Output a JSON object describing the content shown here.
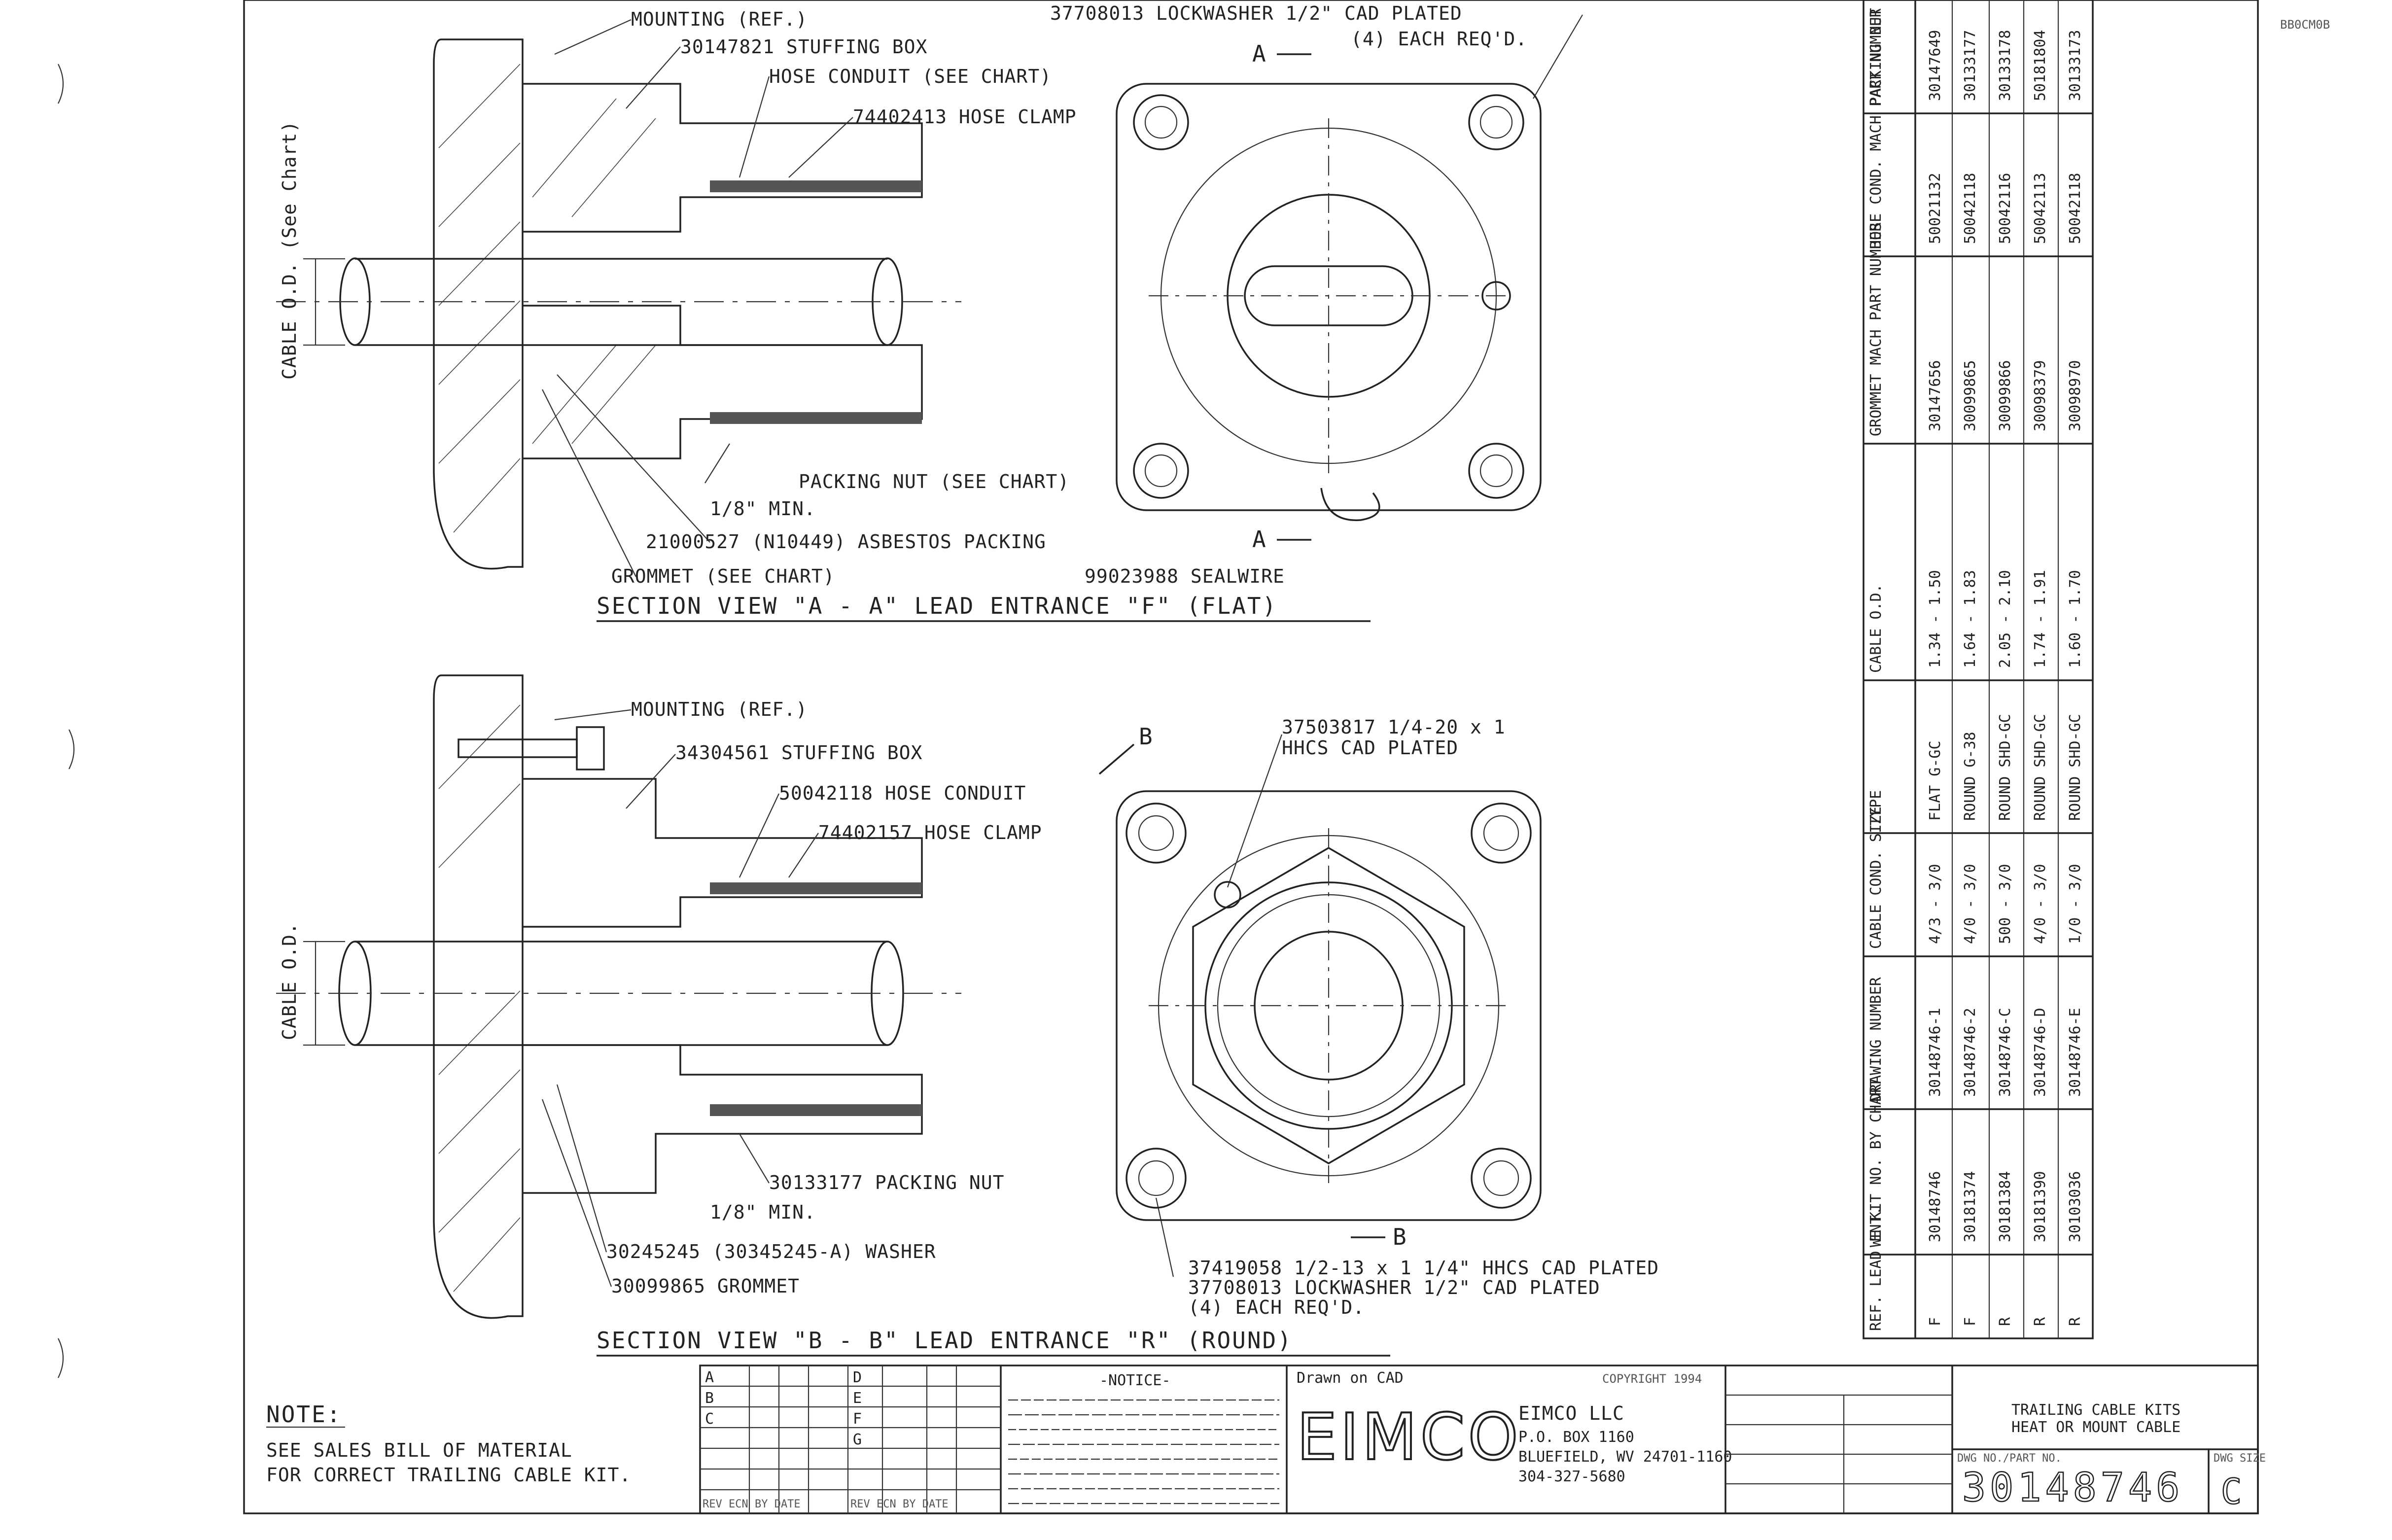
{
  "sheet_code": "BB0CM0B",
  "section_a": {
    "title": "SECTION VIEW \"A - A\" LEAD ENTRANCE \"F\" (FLAT)",
    "callouts": {
      "mounting": "MOUNTING (REF.)",
      "stuffing_box": "30147821 STUFFING BOX",
      "hose_conduit": "HOSE CONDUIT (SEE CHART)",
      "hose_clamp": "74402413 HOSE CLAMP",
      "lockwasher_1": "37708013 LOCKWASHER 1/2\" CAD PLATED",
      "lockwasher_2": "(4) EACH REQ'D.",
      "packing_nut": "PACKING NUT (SEE CHART)",
      "min": "1/8\" MIN.",
      "asbestos": "21000527 (N10449) ASBESTOS PACKING",
      "grommet": "GROMMET (SEE CHART)",
      "seal_wire": "99023988 SEALWIRE",
      "cable_od": "CABLE O.D. (See Chart)",
      "cut_top": "A",
      "cut_bottom": "A"
    }
  },
  "section_b": {
    "title": "SECTION VIEW \"B - B\" LEAD ENTRANCE \"R\" (ROUND)",
    "callouts": {
      "mounting": "MOUNTING (REF.)",
      "stuffing_box": "34304561 STUFFING BOX",
      "hose_conduit": "50042118 HOSE CONDUIT",
      "hose_clamp": "74402157 HOSE CLAMP",
      "bolt_1": "37503817 1/4-20 x 1",
      "bolt_2": "HHCS CAD PLATED",
      "packing_nut": "30133177 PACKING NUT",
      "min": "1/8\" MIN.",
      "washer": "30245245 (30345245-A) WASHER",
      "grommet": "30099865 GROMMET",
      "hhcs_1": "37419058 1/2-13 x 1 1/4\" HHCS CAD PLATED",
      "hhcs_2": "37708013 LOCKWASHER 1/2\" CAD PLATED",
      "hhcs_3": "(4) EACH REQ'D.",
      "cable_od": "CABLE O.D.",
      "cut_top": "B",
      "cut_bottom": "B"
    }
  },
  "chart": {
    "headers": [
      "REF. LEAD ENT.",
      "WE KIT NO. BY CHART",
      "DRAWING NUMBER",
      "CABLE COND. SIZE",
      "TYPE",
      "CABLE O.D.",
      "GROMMET MACH PART NUMBER",
      "HOSE COND. MACH PART NUMBER",
      "PACKING NUT MACH PART NUMBER"
    ],
    "rows": [
      [
        "F",
        "30148746",
        "30148746-1",
        "4/3 - 3/0",
        "FLAT G-GC",
        "1.34 - 1.50",
        "30147656",
        "50021132",
        "30147649"
      ],
      [
        "F",
        "30181374",
        "30148746-2",
        "4/0 - 3/0",
        "ROUND G-38",
        "1.64 - 1.83",
        "30099865",
        "50042118",
        "30133177"
      ],
      [
        "R",
        "30181384",
        "30148746-C",
        "500 - 3/0",
        "ROUND SHD-GC",
        "2.05 - 2.10",
        "30099866",
        "50042116",
        "30133178"
      ],
      [
        "R",
        "30181390",
        "30148746-D",
        "4/0 - 3/0",
        "ROUND SHD-GC",
        "1.74 - 1.91",
        "30098379",
        "50042113",
        "50181804"
      ],
      [
        "R",
        "30103036",
        "30148746-E",
        "1/0 - 3/0",
        "ROUND SHD-GC",
        "1.60 - 1.70",
        "30098970",
        "50042118",
        "30133173"
      ]
    ]
  },
  "notes": {
    "heading": "NOTE:",
    "line1": "SEE SALES BILL OF MATERIAL",
    "line2": "FOR CORRECT TRAILING CABLE KIT."
  },
  "title_block": {
    "company_logo": "EIMCO",
    "company_line1": "EIMCO LLC",
    "company_line2": "P.O. BOX 1160",
    "company_line3": "BLUEFIELD, WV 24701-1160",
    "company_line4": "304-327-5680",
    "drawn_label": "Drawn on CAD",
    "copyright_label": "COPYRIGHT 1994",
    "notice_title": "-NOTICE-",
    "drawing_title_1": "TRAILING CABLE KITS",
    "drawing_title_2": "HEAT OR MOUNT CABLE",
    "drawing_number_label": "DWG NO./PART NO.",
    "drawing_number": "30148746",
    "size_label": "DWG SIZE",
    "size_value": "C",
    "rev_letters": [
      "A",
      "B",
      "C",
      "D",
      "E",
      "F",
      "G"
    ],
    "rev_footer": "REV  ECN  BY  DATE",
    "rev_footer_2": "REV  ECN  BY  DATE"
  }
}
